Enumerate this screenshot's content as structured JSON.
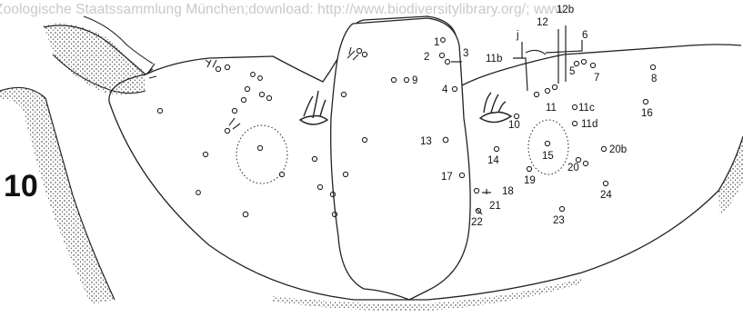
{
  "watermark": "Zoologische Staatssammlung München;download: http://www.biodiversitylibrary.org/; www",
  "figure_number": "10",
  "labels": [
    "1",
    "2",
    "3",
    "4",
    "5",
    "6",
    "7",
    "8",
    "9",
    "10",
    "11",
    "11b",
    "11c",
    "11d",
    "12",
    "12b",
    "13",
    "14",
    "15",
    "16",
    "17",
    "18",
    "19",
    "20",
    "20b",
    "21",
    "22",
    "23",
    "24",
    "j"
  ]
}
